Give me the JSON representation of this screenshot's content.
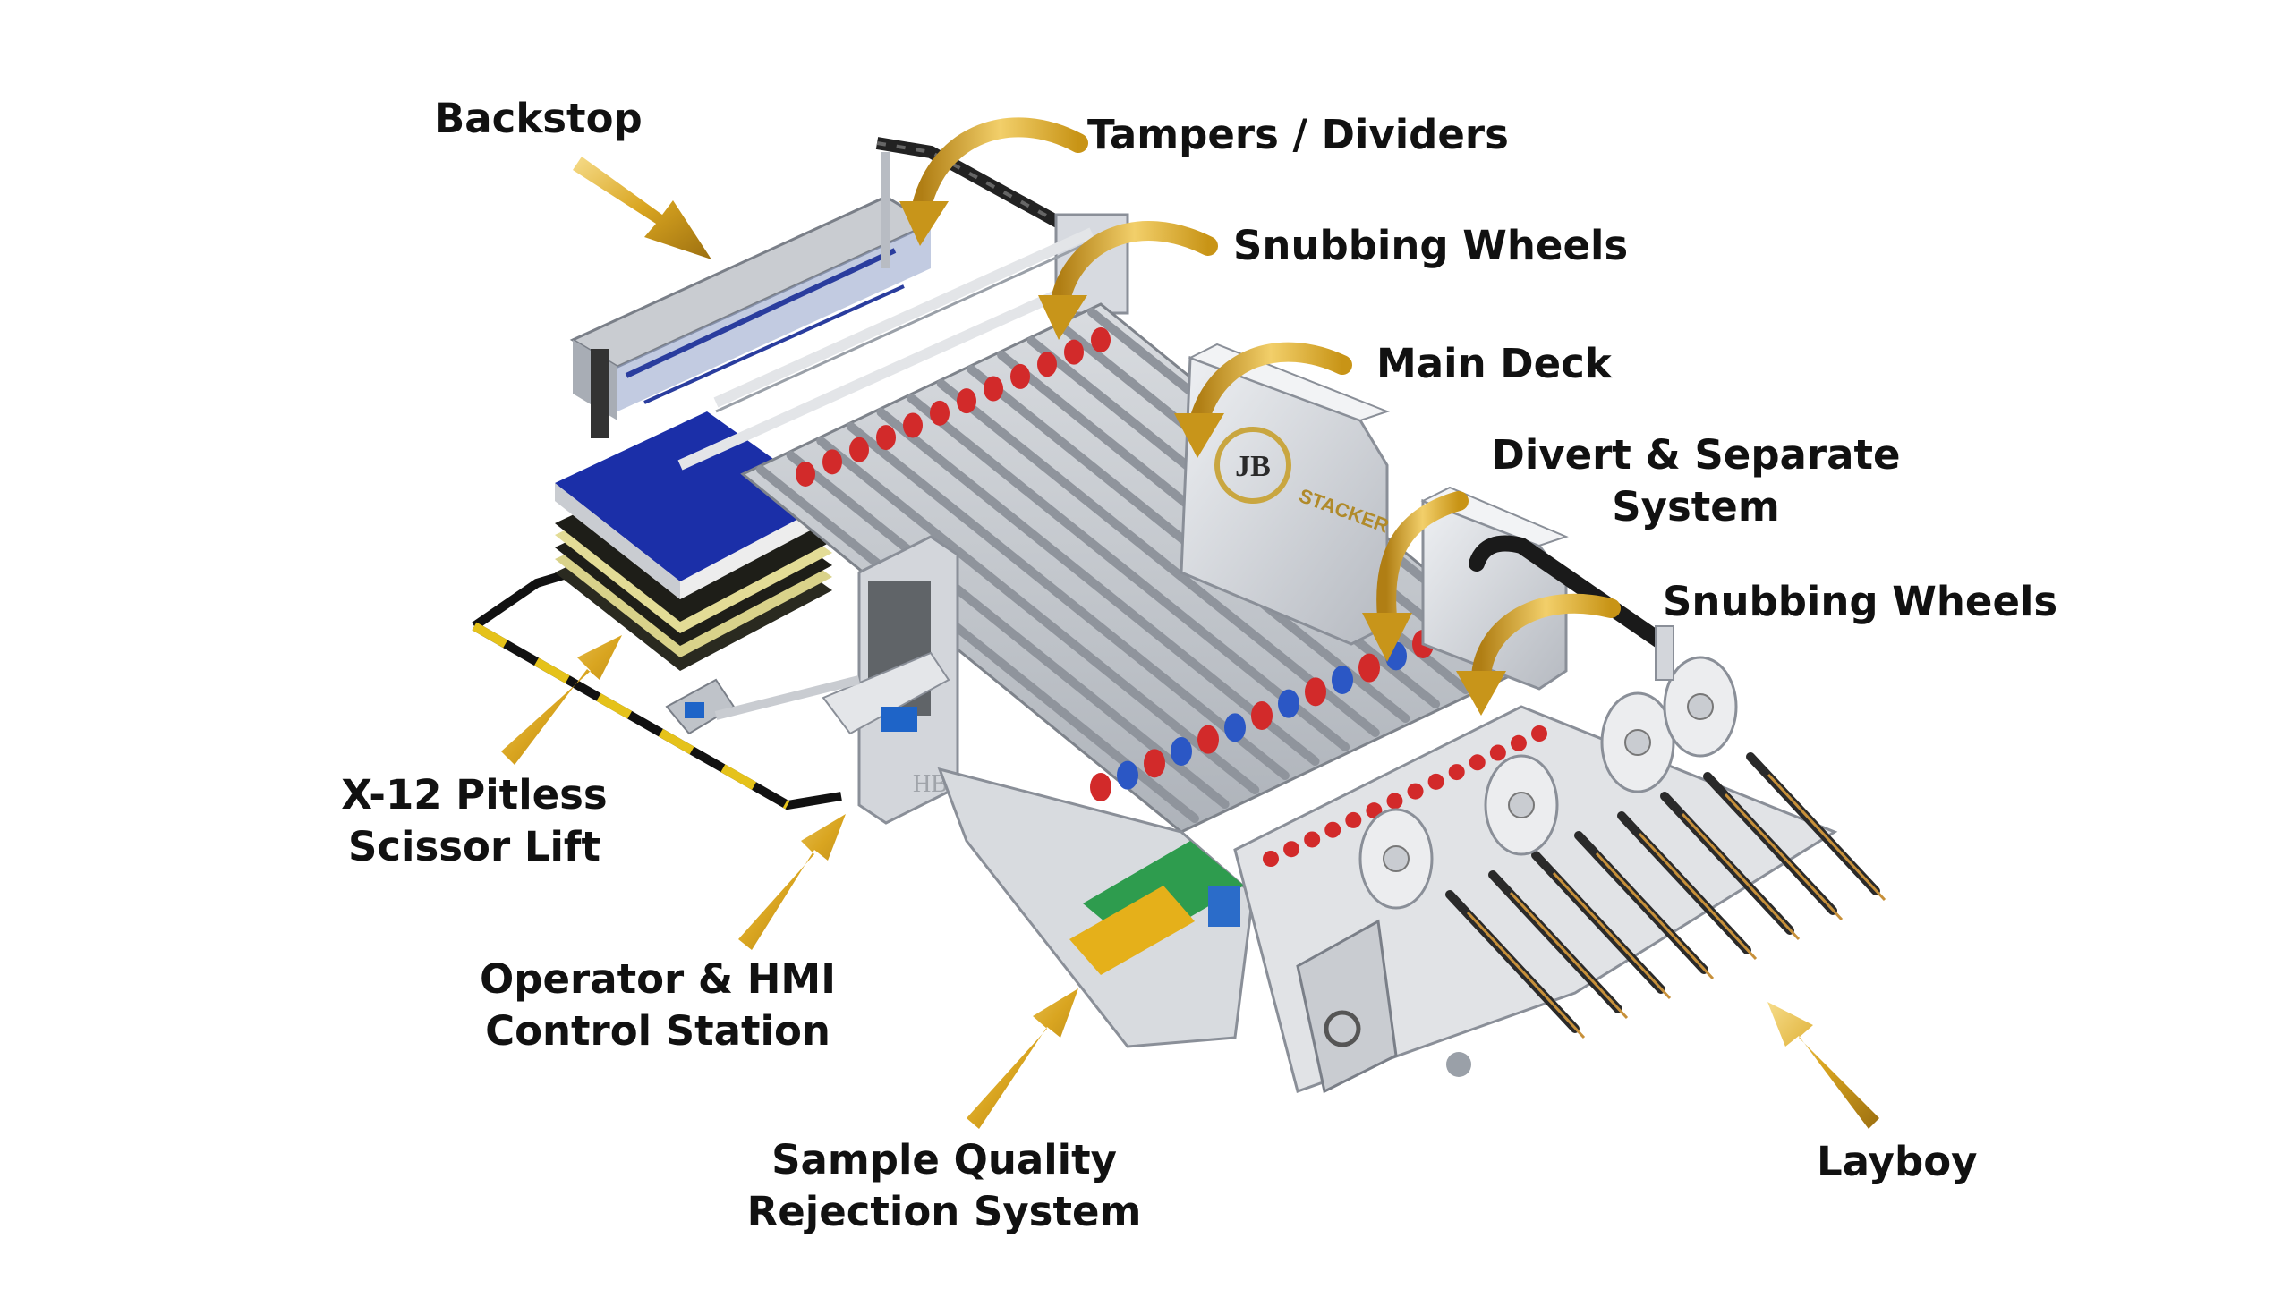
{
  "diagram": {
    "labels": {
      "backstop": "Backstop",
      "tampers_dividers": "Tampers / Dividers",
      "snubbing_wheels_top": "Snubbing Wheels",
      "main_deck": "Main Deck",
      "divert_line1": "Divert & Separate",
      "divert_line2": "System",
      "snubbing_wheels_right": "Snubbing Wheels",
      "scissor_line1": "X-12 Pitless",
      "scissor_line2": "Scissor Lift",
      "operator_line1": "Operator & HMI",
      "operator_line2": "Control Station",
      "sample_line1": "Sample Quality",
      "sample_line2": "Rejection System",
      "layboy": "Layboy"
    },
    "logo_text": "STACKER",
    "colors": {
      "arrow_gold": "#D9A520",
      "arrow_highlight": "#F6DC8A",
      "frame_gray": "#C9CCD1",
      "roller_red": "#D22A2A",
      "roller_blue": "#2B57C5",
      "pallet_blue": "#1B2FA8",
      "belt_green": "#2E9C4E",
      "reject_gold": "#E5B01A"
    }
  }
}
